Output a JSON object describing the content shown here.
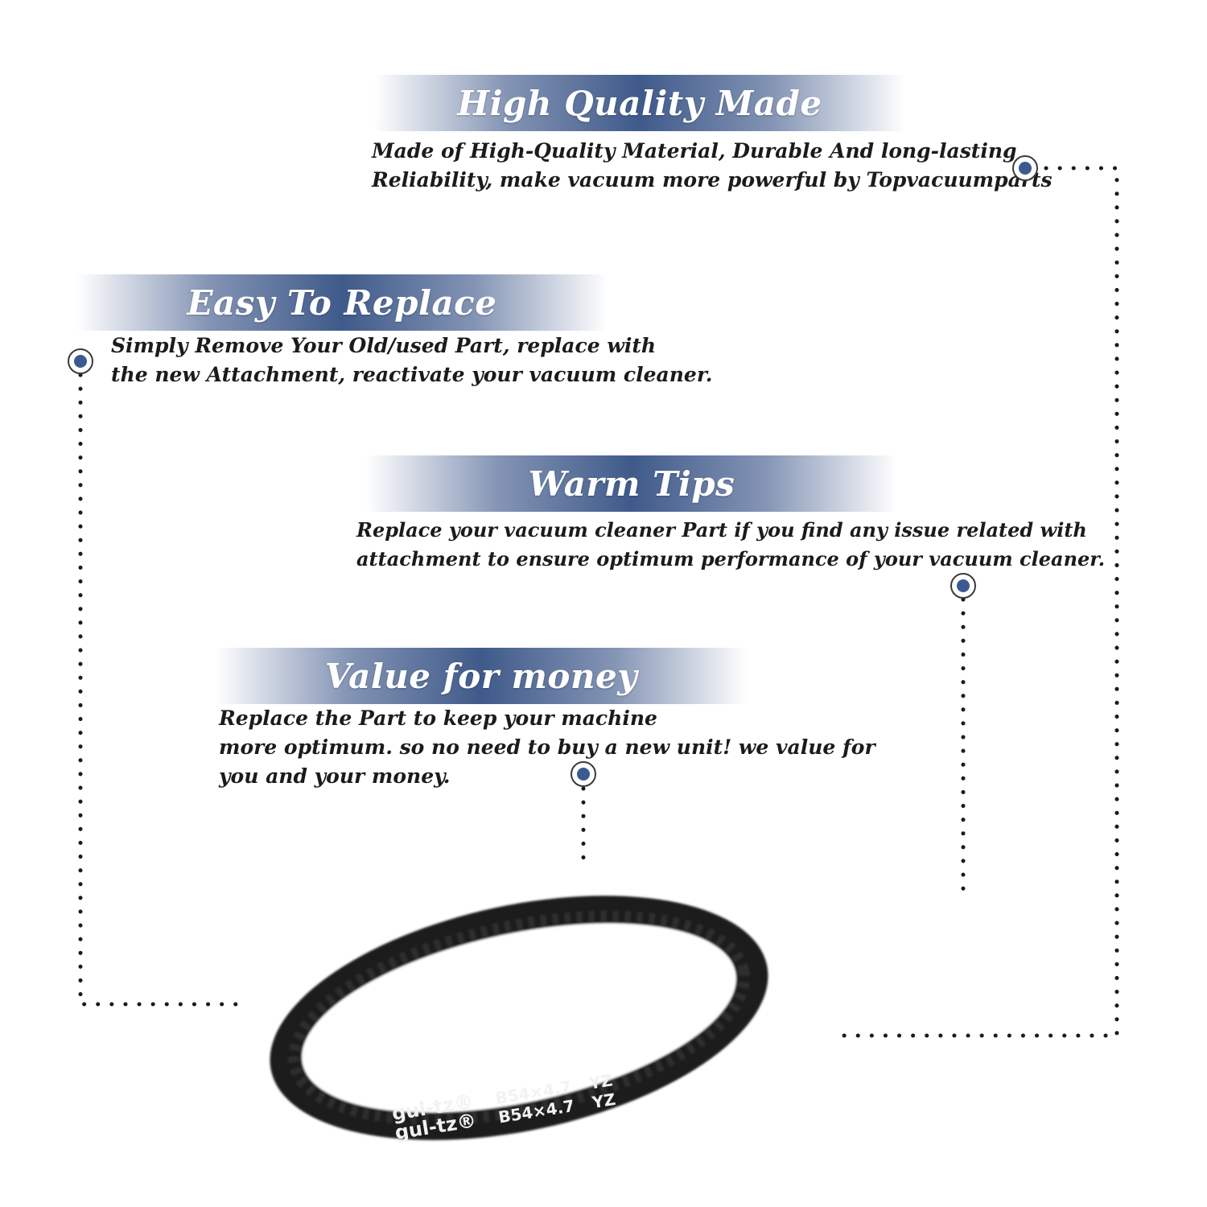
{
  "sections": [
    {
      "title": "High Quality Made",
      "lines": [
        "Made of  High-Quality Material, Durable And long-lasting",
        "Reliability, make vacuum more powerful by Topvacuumparts"
      ]
    },
    {
      "title": "Easy To Replace",
      "lines": [
        "Simply Remove Your Old/used Part, replace with",
        "the new Attachment, reactivate your vacuum cleaner."
      ]
    },
    {
      "title": "Warm Tips",
      "lines": [
        "Replace your vacuum cleaner Part if you find any issue related with",
        " attachment to ensure optimum performance of your vacuum cleaner."
      ]
    },
    {
      "title": "Value for money",
      "lines": [
        "Replace the Part to keep your machine",
        "more optimum. so no need to buy a new unit! we value for",
        "you and your money."
      ]
    }
  ],
  "belt_print": {
    "brand": "gul-tz®",
    "size": "B54×4.7",
    "code": "YZ"
  },
  "colors": {
    "accent": "#3f5a8a",
    "dot_fill": "#3b5a8f",
    "text": "#1b1b1b",
    "belt": "#1c1c1c"
  }
}
